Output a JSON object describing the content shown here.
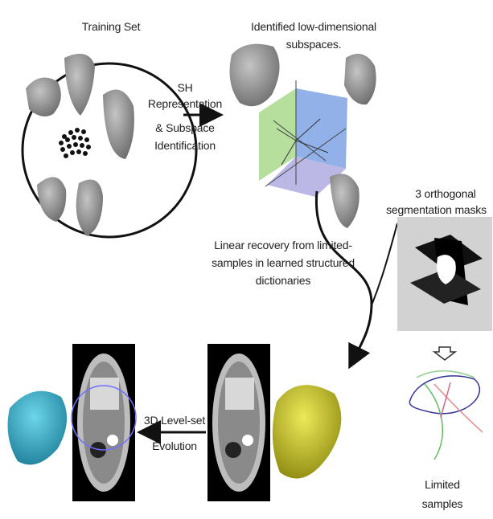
{
  "labels": {
    "training_set": "Training Set",
    "identified_line1": "Identified low-dimensional",
    "identified_line2": "subspaces.",
    "sh_line1": "SH",
    "sh_line2": "Representation",
    "sh_line3": "& Subspace",
    "sh_line4": "Identification",
    "masks_line1": "3 orthogonal",
    "masks_line2": "segmentation masks",
    "linear_line1": "Linear recovery from limited-",
    "linear_line2": "samples in learned structured",
    "linear_line3": "dictionaries",
    "levelset_line1": "3D Level-set",
    "levelset_line2": "Evolution",
    "limited_line1": "Limited",
    "limited_line2": "samples"
  },
  "colors": {
    "organ_gray": "#8c8c8c",
    "organ_yellow": "#c9c21a",
    "organ_cyan": "#2aa9c6",
    "plane_green": "#a9d98c",
    "plane_blue": "#86a9e6",
    "plane_violet": "#b4b0e2"
  }
}
